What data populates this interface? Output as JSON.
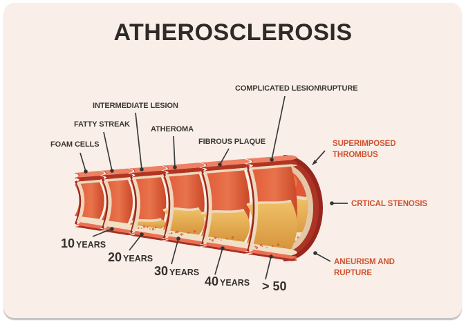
{
  "title": "ATHEROSCLEROSIS",
  "stage_labels": [
    "FOAM CELLS",
    "FATTY STREAK",
    "INTERMEDIATE LESION",
    "ATHEROMA",
    "FIBROUS PLAQUE",
    "COMPLICATED LESION\\RUPTURE"
  ],
  "timeline_labels": [
    {
      "value": "10",
      "unit": "YEARS"
    },
    {
      "value": "20",
      "unit": "YEARS"
    },
    {
      "value": "30",
      "unit": "YEARS"
    },
    {
      "value": "40",
      "unit": "YEARS"
    },
    {
      "value": "> 50",
      "unit": ""
    }
  ],
  "complication_labels": [
    "SUPERIMPOSED THROMBUS",
    "CRTICAL STENOSIS",
    "ANEURISM AND RUPTURE"
  ],
  "colors": {
    "background": "#ffffff",
    "card": "#f9efe8",
    "title_text": "#2e2a27",
    "label_text": "#3a3633",
    "accent_text": "#d0512f",
    "leader_line": "#3a3a3a",
    "artery": {
      "lumen_light": "#e8744c",
      "lumen": "#e05836",
      "lumen_dark": "#cb4828",
      "wall_top": "#ee8064",
      "wall_dark": "#b23524",
      "intima_cream": "#eed8bc",
      "speck_band": "#f1e0c6",
      "speck_dot": "#d4502e",
      "wall_bottom": "#ec7054",
      "wall_edge": "#a83122",
      "plaque_light": "#f0c168",
      "plaque_dark": "#d6953c",
      "rim_outer": "#97271e",
      "rim_inner": "#ad3425",
      "end_tan": "#e3c7a6"
    }
  }
}
